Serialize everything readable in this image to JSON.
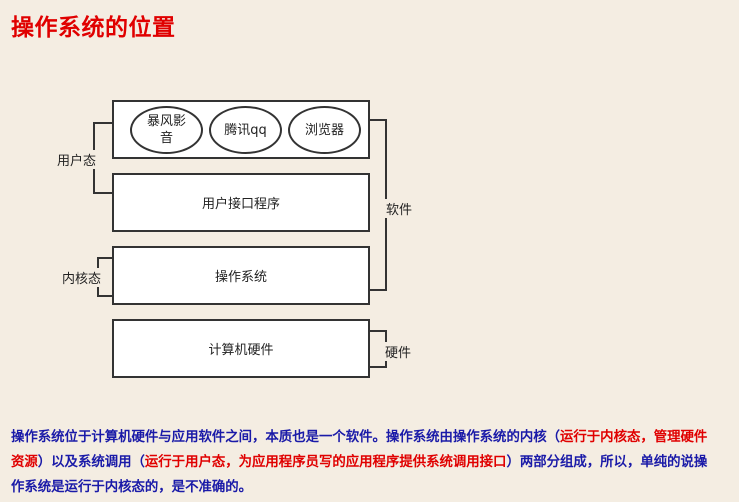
{
  "title": "操作系统的位置",
  "diagram": {
    "apps": [
      "暴风影\n音",
      "腾讯qq",
      "浏览器"
    ],
    "layers": {
      "ui_program": "用户接口程序",
      "os": "操作系统",
      "hardware": "计算机硬件"
    },
    "labels": {
      "user_mode": "用户态",
      "kernel_mode": "内核态",
      "software": "软件",
      "hardware": "硬件"
    }
  },
  "description": {
    "part1": "操作系统位于计算机硬件与应用软件之间，本质也是一个软件。操作系统由操作系统的内核（",
    "part2": "运行于内核态，管理硬件资源",
    "part3": "）以及系统调用（",
    "part4": "运行于用户态，为应用程序员写的应用程序提供系统调用接口",
    "part5": "）两部分组成，所以，单纯的说操作系统是运行于内核态的，是不准确的。"
  }
}
